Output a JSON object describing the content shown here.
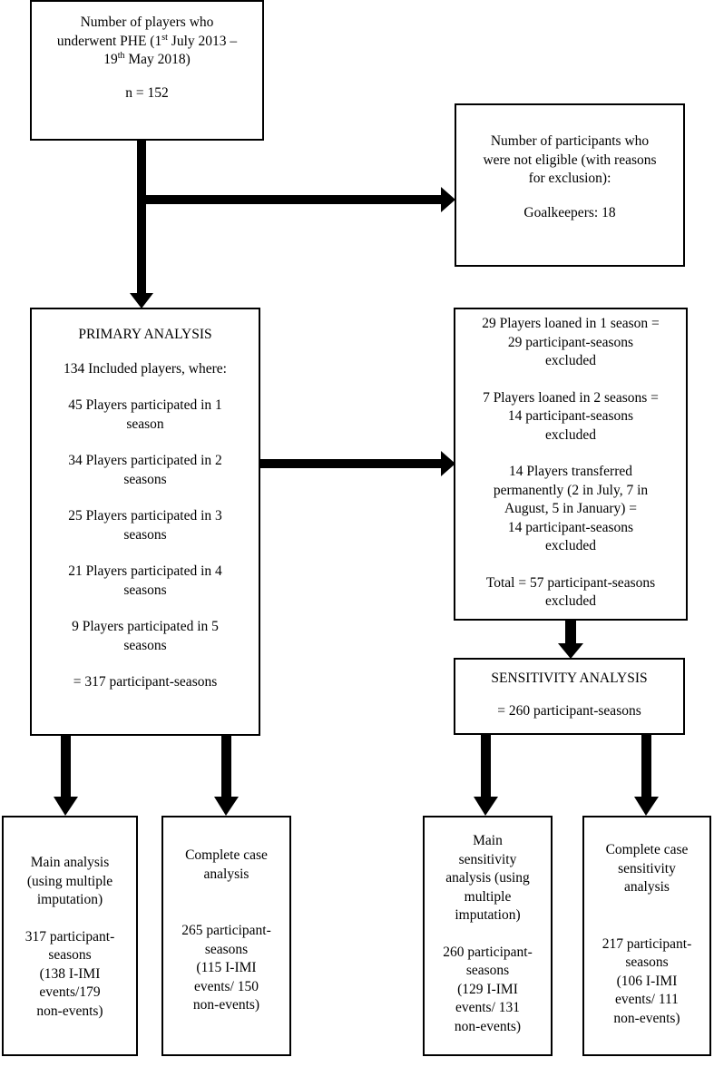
{
  "top_box": {
    "line1": "Number of players who",
    "line2_pre": "underwent PHE (1",
    "line2_sup": "st",
    "line2_post": " July 2013 –",
    "line3_pre": "19",
    "line3_sup": "th",
    "line3_post": " May 2018)",
    "count": "n = 152"
  },
  "exclusion_box": {
    "lines": [
      "Number of participants who",
      "were not eligible (with reasons",
      "for exclusion):"
    ],
    "item": "Goalkeepers: 18"
  },
  "primary_box": {
    "title": "PRIMARY ANALYSIS",
    "included": "134 Included players, where:",
    "groups": [
      [
        "45 Players participated in 1",
        "season"
      ],
      [
        "34 Players participated in 2",
        "seasons"
      ],
      [
        "25 Players participated in 3",
        "seasons"
      ],
      [
        "21 Players participated in 4",
        "seasons"
      ],
      [
        "9 Players participated in 5",
        "seasons"
      ]
    ],
    "total": "= 317 participant-seasons"
  },
  "loan_box": {
    "groups": [
      [
        "29 Players loaned in 1 season =",
        "29 participant-seasons",
        "excluded"
      ],
      [
        "7 Players loaned in 2 seasons =",
        "14 participant-seasons",
        "excluded"
      ],
      [
        "14 Players transferred",
        "permanently (2 in July, 7 in",
        "August, 5 in January) =",
        "14 participant-seasons",
        "excluded"
      ],
      [
        "Total = 57 participant-seasons",
        "excluded"
      ]
    ]
  },
  "sensitivity_box": {
    "title": "SENSITIVITY ANALYSIS",
    "total": "= 260 participant-seasons"
  },
  "main_analysis_box": {
    "heading": [
      "Main analysis",
      "(using multiple",
      "imputation)"
    ],
    "result": [
      "317 participant-",
      "seasons",
      "(138 I-IMI",
      "events/179",
      "non-events)"
    ]
  },
  "complete_case_box": {
    "heading": [
      "Complete case",
      "analysis"
    ],
    "result": [
      "265 participant-",
      "seasons",
      "(115 I-IMI",
      "events/ 150",
      "non-events)"
    ]
  },
  "main_sensitivity_box": {
    "heading": [
      "Main",
      "sensitivity",
      "analysis (using",
      "multiple",
      "imputation)"
    ],
    "result": [
      "260 participant-",
      "seasons",
      "(129 I-IMI",
      "events/ 131",
      "non-events)"
    ]
  },
  "complete_sensitivity_box": {
    "heading": [
      "Complete case",
      "sensitivity",
      "analysis"
    ],
    "result": [
      "217 participant-",
      "seasons",
      "(106 I-IMI",
      "events/ 111",
      "non-events)"
    ]
  }
}
